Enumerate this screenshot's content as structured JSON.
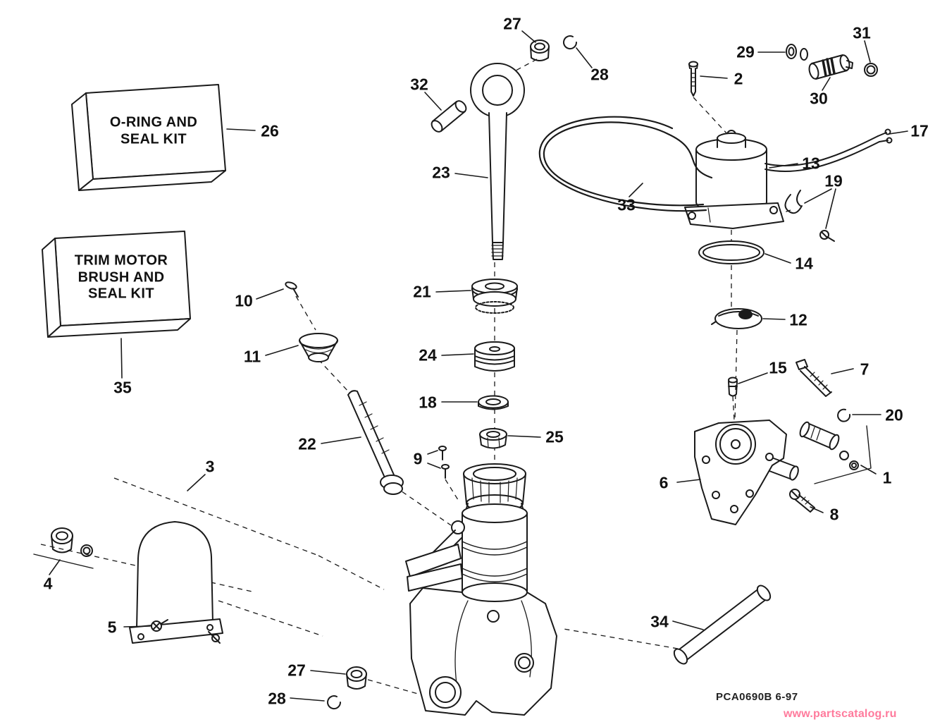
{
  "page": {
    "description": "Exploded parts diagram - power trim tilt hydraulic assembly",
    "colors": {
      "ink": "#1a1a1a",
      "paper": "#ffffff",
      "watermark": "#ff7a9c"
    }
  },
  "kits": {
    "oring": {
      "line1": "O-RING AND",
      "line2": "SEAL KIT"
    },
    "trim": {
      "line1": "TRIM MOTOR",
      "line2": "BRUSH AND",
      "line3": "SEAL KIT"
    }
  },
  "callouts": {
    "c27_top": "27",
    "c28_top": "28",
    "c32": "32",
    "c2": "2",
    "c29": "29",
    "c30": "30",
    "c31": "31",
    "c17": "17",
    "c23": "23",
    "c13": "13",
    "c19": "19",
    "c33": "33",
    "c26": "26",
    "c14": "14",
    "c12": "12",
    "c10": "10",
    "c21": "21",
    "c11": "11",
    "c24": "24",
    "c15": "15",
    "c7": "7",
    "c18": "18",
    "c20": "20",
    "c25": "25",
    "c22": "22",
    "c9": "9",
    "c35": "35",
    "c6": "6",
    "c1": "1",
    "c8": "8",
    "c3": "3",
    "c4": "4",
    "c5": "5",
    "c34": "34",
    "c27_bottom": "27",
    "c28_bottom": "28"
  },
  "footer": {
    "code": "PCA0690B 6-97",
    "watermark": "www.partscatalog.ru"
  }
}
